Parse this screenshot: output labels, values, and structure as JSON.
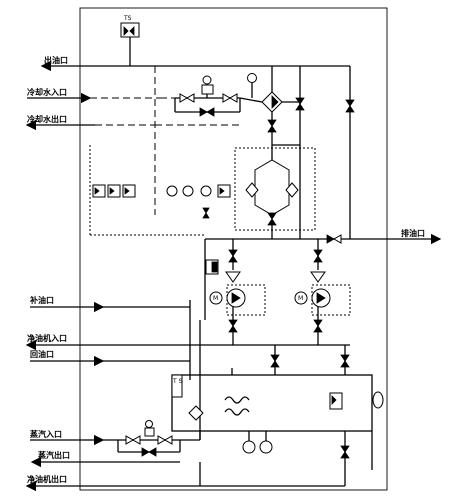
{
  "ports_left": {
    "oil_out": "出油口",
    "cool_in": "冷却水入口",
    "cool_out": "冷却水出口",
    "oil_feed": "补油口",
    "purifier_in": "净油机入口",
    "oil_return": "回油口",
    "steam_in": "蒸汽入口",
    "steam_out": "蒸汽出口",
    "purifier_out": "净油机出口"
  },
  "ports_right": {
    "drain": "排油口"
  },
  "instruments": {
    "ts_top": "TS",
    "ts_tank": "T S"
  }
}
